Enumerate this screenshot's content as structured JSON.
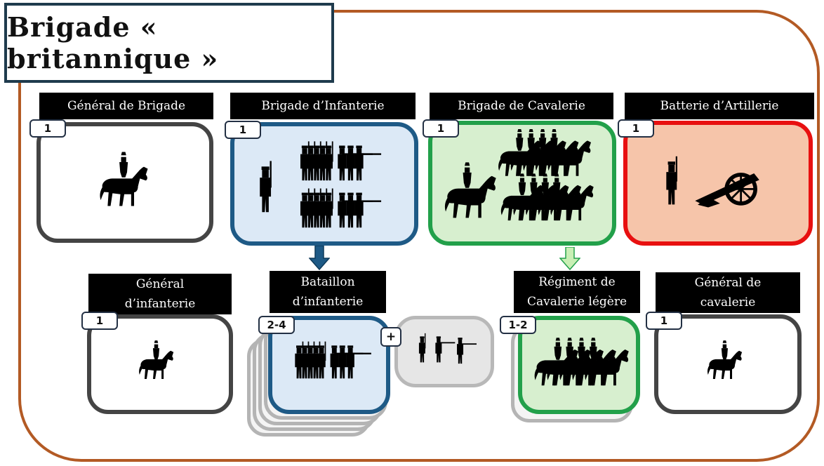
{
  "title": "Brigade « britannique »",
  "colors": {
    "frame": "#b35a24",
    "infantry": "#1e5a86",
    "cavalry": "#22a04a",
    "artillery": "#e81010",
    "general": "#444444"
  },
  "top_units": [
    {
      "label": "Général de Brigade",
      "count": "1",
      "icon": "general-on-horse-icon"
    },
    {
      "label": "Brigade d’Infanterie",
      "count": "1",
      "icon": "infantry-brigade-icon"
    },
    {
      "label": "Brigade de Cavalerie",
      "count": "1",
      "icon": "cavalry-brigade-icon"
    },
    {
      "label": "Batterie d’Artillerie",
      "count": "1",
      "icon": "artillery-battery-icon"
    }
  ],
  "bottom_units": [
    {
      "label_line1": "Général",
      "label_line2": "d’infanterie",
      "count": "1",
      "icon": "general-on-horse-icon"
    },
    {
      "label_line1": "Bataillon",
      "label_line2": "d’infanterie",
      "count": "2-4",
      "icon": "infantry-battalion-icon"
    },
    {
      "label_line1": "Régiment de",
      "label_line2": "Cavalerie légère",
      "count": "1-2",
      "icon": "light-cavalry-icon"
    },
    {
      "label_line1": "Général de",
      "label_line2": "cavalerie",
      "count": "1",
      "icon": "general-on-horse-icon"
    }
  ],
  "skirmisher_addon": {
    "plus": "+",
    "icon": "skirmishers-icon"
  }
}
